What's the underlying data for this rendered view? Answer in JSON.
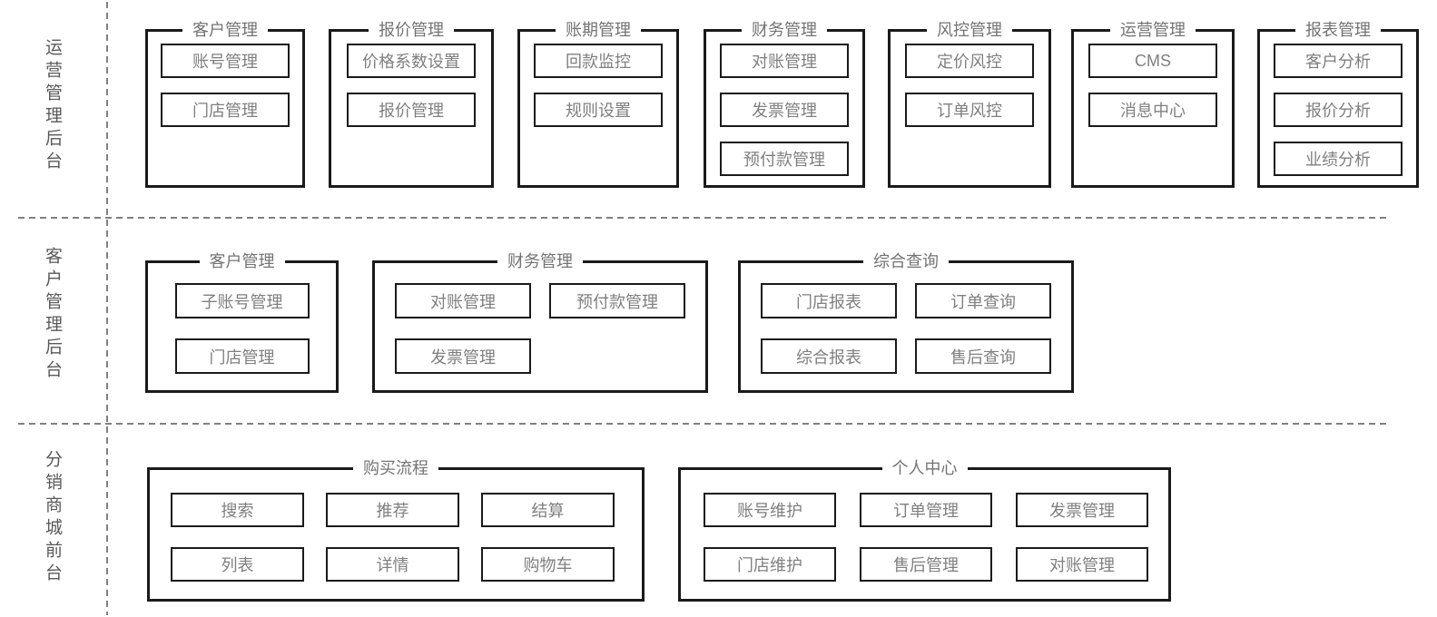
{
  "colors": {
    "background": "#ffffff",
    "box_border": "#1a1a1a",
    "item_text": "#7f7f7f",
    "group_title_text": "#737373",
    "side_label_text": "#595959",
    "dashed_line": "#808080"
  },
  "rows": [
    {
      "label": "运营管理后台",
      "groups": [
        {
          "title": "客户管理",
          "items": [
            "账号管理",
            "门店管理"
          ]
        },
        {
          "title": "报价管理",
          "items": [
            "价格系数设置",
            "报价管理"
          ]
        },
        {
          "title": "账期管理",
          "items": [
            "回款监控",
            "规则设置"
          ]
        },
        {
          "title": "财务管理",
          "items": [
            "对账管理",
            "发票管理",
            "预付款管理"
          ]
        },
        {
          "title": "风控管理",
          "items": [
            "定价风控",
            "订单风控"
          ]
        },
        {
          "title": "运营管理",
          "items": [
            "CMS",
            "消息中心"
          ]
        },
        {
          "title": "报表管理",
          "items": [
            "客户分析",
            "报价分析",
            "业绩分析"
          ]
        }
      ]
    },
    {
      "label": "客户管理后台",
      "groups": [
        {
          "title": "客户管理",
          "items": [
            "子账号管理",
            "门店管理"
          ]
        },
        {
          "title": "财务管理",
          "items": [
            "对账管理",
            "预付款管理",
            "发票管理"
          ]
        },
        {
          "title": "综合查询",
          "items": [
            "门店报表",
            "订单查询",
            "综合报表",
            "售后查询"
          ]
        }
      ]
    },
    {
      "label": "分销商城前台",
      "groups": [
        {
          "title": "购买流程",
          "items": [
            "搜索",
            "推荐",
            "结算",
            "列表",
            "详情",
            "购物车"
          ]
        },
        {
          "title": "个人中心",
          "items": [
            "账号维护",
            "订单管理",
            "发票管理",
            "门店维护",
            "售后管理",
            "对账管理"
          ]
        }
      ]
    }
  ]
}
